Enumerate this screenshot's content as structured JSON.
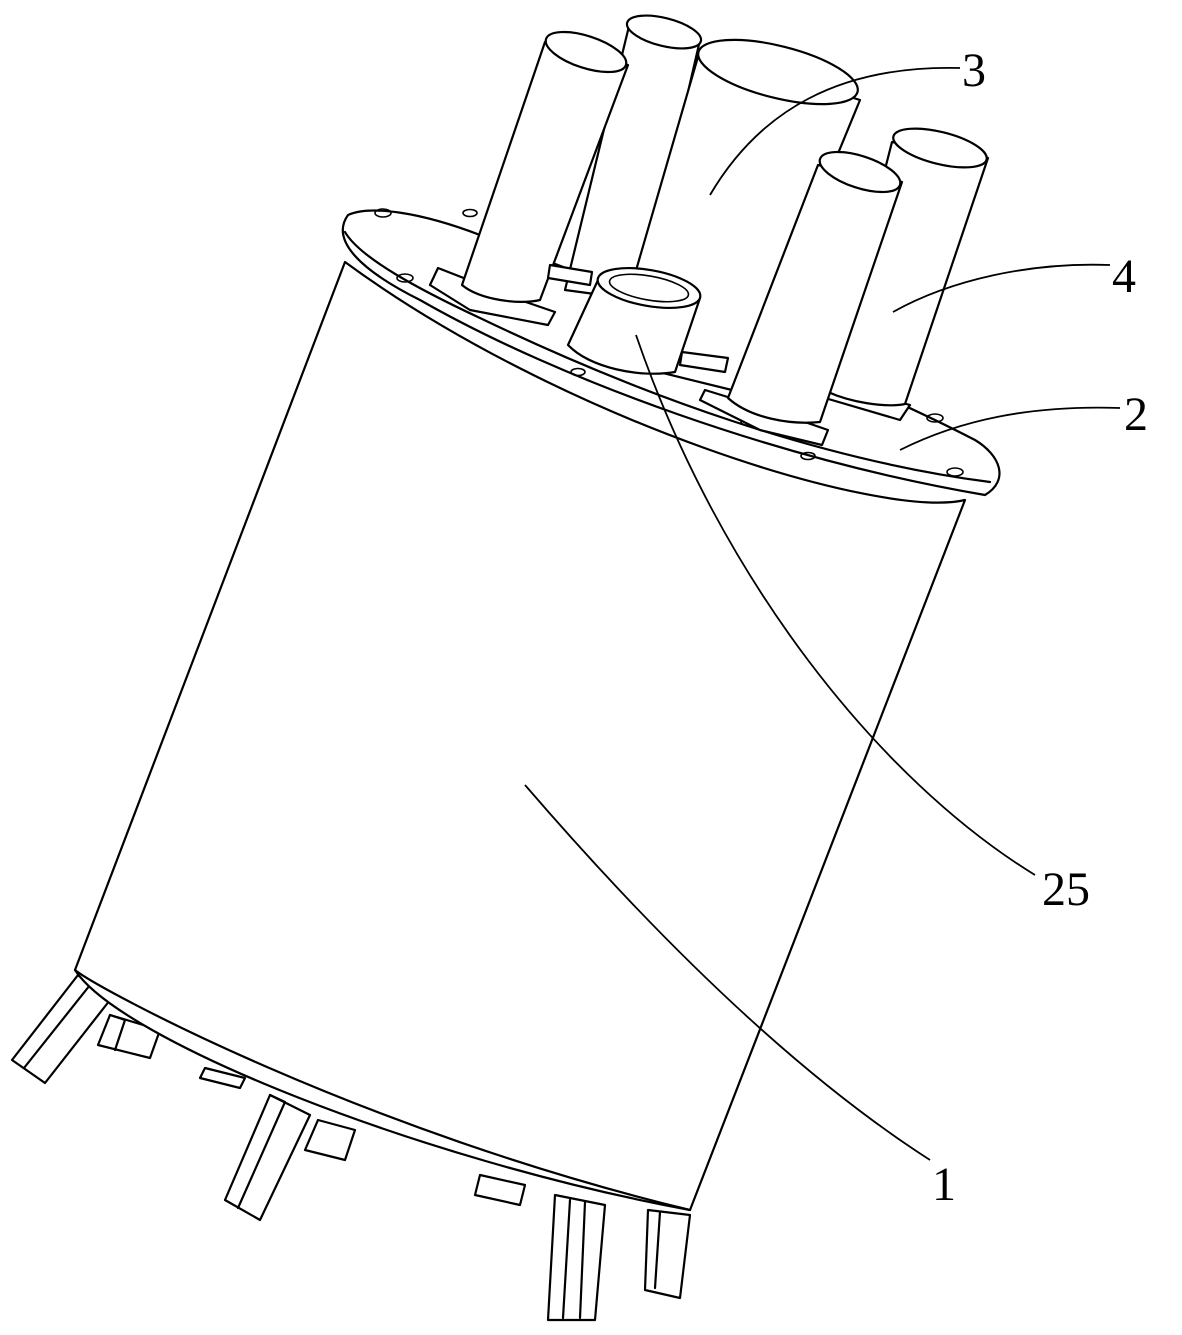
{
  "figure": {
    "labels": {
      "housing": "1",
      "top_plate": "2",
      "large_cylinder": "3",
      "small_cylinder": "4",
      "center_port": "25"
    }
  }
}
